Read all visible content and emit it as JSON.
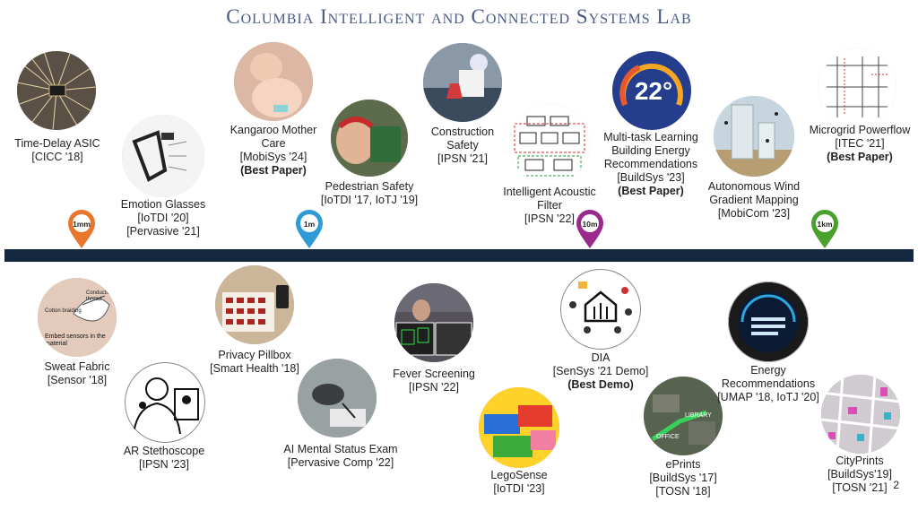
{
  "title": "Columbia Intelligent and Connected Systems Lab",
  "page_number": "2",
  "scale_markers": [
    {
      "label": "1mm",
      "color": "#e8762c"
    },
    {
      "label": "1m",
      "color": "#2e9ad6"
    },
    {
      "label": "10m",
      "color": "#9b2a8c"
    },
    {
      "label": "1km",
      "color": "#4aa12d"
    }
  ],
  "top_projects": [
    {
      "lines": [
        "Time-Delay ASIC",
        "[CICC '18]"
      ]
    },
    {
      "lines": [
        "Emotion Glasses",
        "[IoTDI '20]",
        "[Pervasive '21]"
      ]
    },
    {
      "lines": [
        "Kangaroo Mother",
        "Care",
        "[MobiSys '24]"
      ],
      "award": "(Best Paper)"
    },
    {
      "lines": [
        "Pedestrian Safety",
        "[IoTDI '17, IoTJ '19]"
      ]
    },
    {
      "lines": [
        "Construction",
        "Safety",
        "[IPSN '21]"
      ]
    },
    {
      "lines": [
        "Intelligent Acoustic",
        "Filter",
        "[IPSN '22]"
      ]
    },
    {
      "lines": [
        "Multi-task Learning",
        "Building Energy",
        "Recommendations",
        "[BuildSys '23]"
      ],
      "award": "(Best Paper)",
      "badge": "22°"
    },
    {
      "lines": [
        "Autonomous Wind",
        "Gradient Mapping",
        "[MobiCom '23]"
      ]
    },
    {
      "lines": [
        "Microgrid Powerflow",
        "[ITEC '21]"
      ],
      "award": "(Best Paper)"
    }
  ],
  "bottom_projects": [
    {
      "lines": [
        "Sweat Fabric",
        "[Sensor '18]"
      ],
      "image_text": [
        "Conductive thread",
        "Cotton braiding",
        "Embed sensors in the material"
      ]
    },
    {
      "lines": [
        "AR Stethoscope",
        "[IPSN '23]"
      ]
    },
    {
      "lines": [
        "Privacy Pillbox",
        "[Smart Health '18]"
      ]
    },
    {
      "lines": [
        "AI Mental Status Exam",
        "[Pervasive Comp '22]"
      ]
    },
    {
      "lines": [
        "Fever Screening",
        "[IPSN '22]"
      ]
    },
    {
      "lines": [
        "LegoSense",
        "[IoTDI '23]"
      ]
    },
    {
      "lines": [
        "DIA",
        "[SenSys '21 Demo]"
      ],
      "award": "(Best Demo)"
    },
    {
      "lines": [
        "ePrints",
        "[BuildSys '17]",
        "[TOSN '18]"
      ],
      "image_text": [
        "LIBRARY",
        "OFFICE"
      ]
    },
    {
      "lines": [
        "Energy",
        "Recommendations",
        "[UMAP '18, IoTJ '20]"
      ]
    },
    {
      "lines": [
        "CityPrints",
        "[BuildSys'19]",
        "[TOSN '21]"
      ]
    }
  ]
}
